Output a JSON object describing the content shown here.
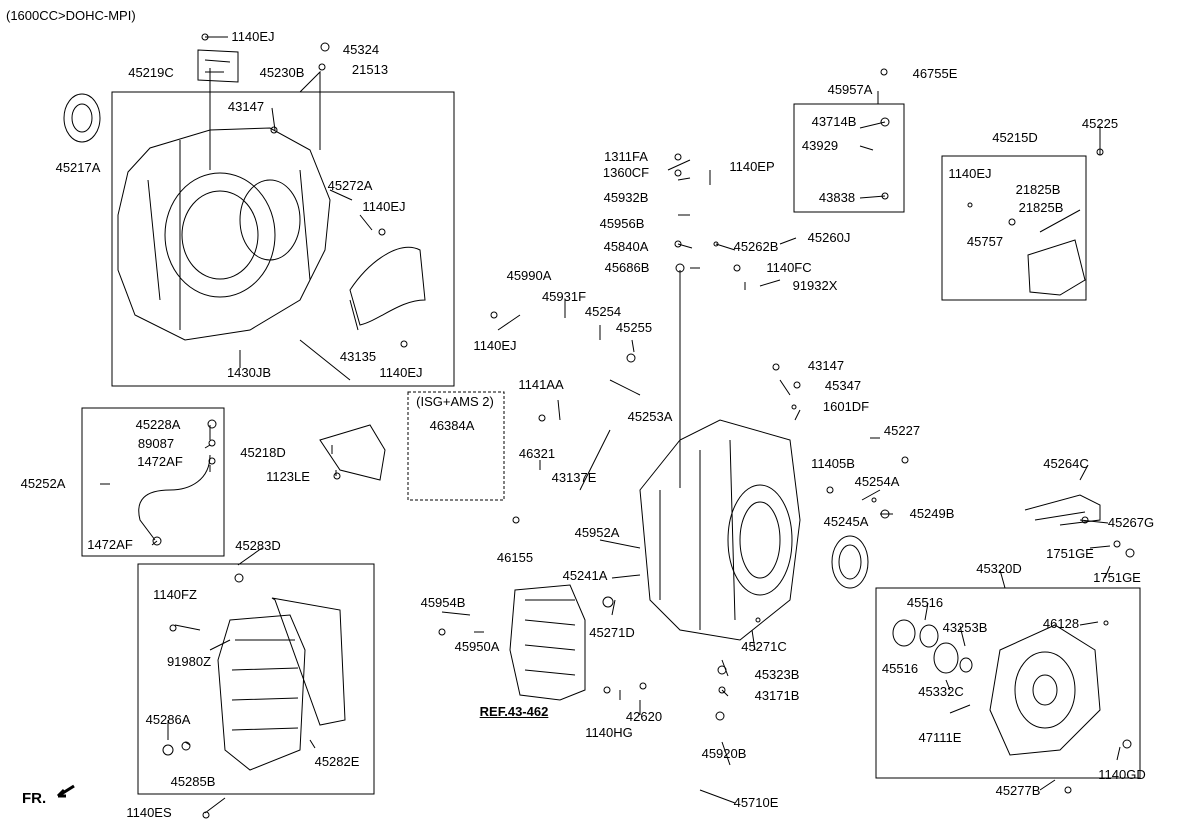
{
  "header": "(1600CC>DOHC-MPI)",
  "front_label": "FR.",
  "ref_label": "REF.43-462",
  "isg_box_label": "(ISG+AMS 2)",
  "parts": [
    "1140EJ",
    "45324",
    "45219C",
    "45230B",
    "21513",
    "45217A",
    "43147",
    "45272A",
    "1140EJ",
    "43135",
    "1140EJ",
    "1430JB",
    "45957A",
    "46755E",
    "43714B",
    "43929",
    "43838",
    "45215D",
    "45225",
    "1140EJ",
    "21825B",
    "21825B",
    "45757",
    "1311FA",
    "1360CF",
    "1140EP",
    "45932B",
    "45956B",
    "45840A",
    "45262B",
    "45260J",
    "45686B",
    "1140FC",
    "91932X",
    "45990A",
    "45931F",
    "1140EJ",
    "45254",
    "45255",
    "45253A",
    "43147",
    "45347",
    "1601DF",
    "45227",
    "46384A",
    "1141AA",
    "43137E",
    "46321",
    "46155",
    "45952A",
    "45241A",
    "11405B",
    "45254A",
    "45249B",
    "45245A",
    "45218D",
    "1123LE",
    "45228A",
    "89087",
    "1472AF",
    "45252A",
    "1472AF",
    "45264C",
    "45267G",
    "1751GE",
    "1751GE",
    "45283D",
    "1140FZ",
    "91980Z",
    "45286A",
    "45285B",
    "45282E",
    "1140ES",
    "45954B",
    "45950A",
    "45271D",
    "45271C",
    "45323B",
    "43171B",
    "42620",
    "1140HG",
    "45920B",
    "45710E",
    "45320D",
    "45516",
    "46128",
    "43253B",
    "45516",
    "45332C",
    "47111E",
    "1140GD",
    "45277B"
  ]
}
